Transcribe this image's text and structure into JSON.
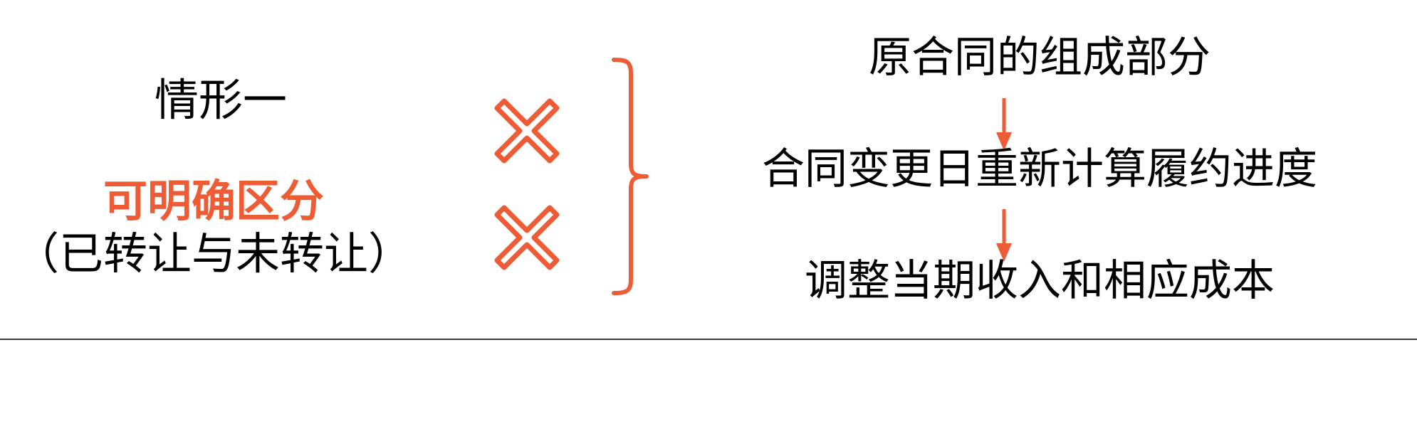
{
  "colors": {
    "accent": "#EE5C35",
    "text": "#000000",
    "background": "#FFFFFF",
    "rule": "#3A3A3A"
  },
  "left": {
    "case_label": "情形一",
    "distinct_label": "可明确区分",
    "distinct_sub": "（已转让与未转让）",
    "marks": [
      {
        "name": "cross-mark",
        "symbol": "✕"
      },
      {
        "name": "cross-mark",
        "symbol": "✕"
      }
    ]
  },
  "connector": {
    "name": "curly-brace",
    "symbol": "{"
  },
  "right": {
    "flow": [
      "原合同的组成部分",
      "合同变更日重新计算履约进度",
      "调整当期收入和相应成本"
    ],
    "arrows": [
      {
        "name": "down-arrow",
        "symbol": "↓"
      },
      {
        "name": "down-arrow",
        "symbol": "↓"
      }
    ]
  }
}
